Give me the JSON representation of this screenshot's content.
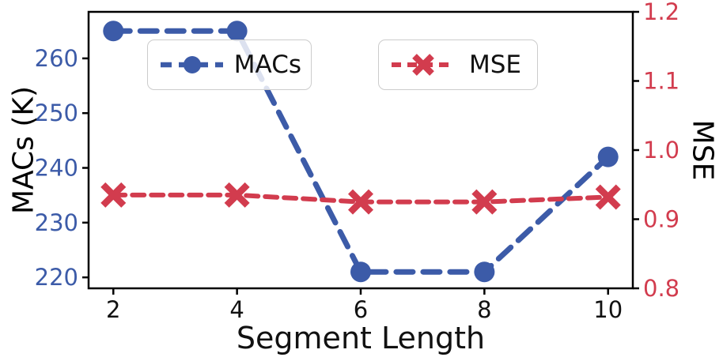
{
  "chart_data": {
    "type": "line",
    "title": "",
    "xlabel": "Segment Length",
    "x": [
      2,
      4,
      6,
      8,
      10
    ],
    "x_ticks": [
      2,
      4,
      6,
      8,
      10
    ],
    "xlim": [
      1.6,
      10.4
    ],
    "grid": false,
    "axis_color": "#000000",
    "left_axis": {
      "label": "MACs (K)",
      "color": "#3c5ba8",
      "ticks": [
        220,
        230,
        240,
        250,
        260
      ],
      "lim": [
        218,
        268.5
      ],
      "decimals": 0
    },
    "right_axis": {
      "label": "MSE",
      "color": "#d23c4e",
      "ticks": [
        0.8,
        0.9,
        1.0,
        1.1,
        1.2
      ],
      "lim": [
        0.8,
        1.2
      ],
      "decimals": 1
    },
    "series": [
      {
        "name": "MACs",
        "axis": "left",
        "color": "#3c5ba8",
        "marker": "circle",
        "dash": [
          21,
          13
        ],
        "width": 7,
        "values": [
          265,
          265,
          221,
          221,
          242
        ]
      },
      {
        "name": "MSE",
        "axis": "right",
        "color": "#d23c4e",
        "marker": "x",
        "dash": [
          15,
          9
        ],
        "width": 6,
        "values": [
          0.935,
          0.935,
          0.925,
          0.925,
          0.932
        ]
      }
    ],
    "legend": {
      "labels": [
        "MACs",
        "MSE"
      ],
      "position": "upper center"
    }
  }
}
